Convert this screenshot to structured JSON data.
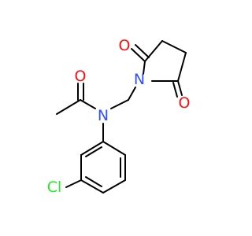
{
  "molecule": {
    "atoms": {
      "o_acetyl": {
        "text": "O",
        "color": "#ff0d0d"
      },
      "n_amide": {
        "text": "N",
        "color": "#3050f8"
      },
      "n_imide": {
        "text": "N",
        "color": "#3050f8"
      },
      "o_imide_top": {
        "text": "O",
        "color": "#ff0d0d"
      },
      "o_imide_right": {
        "text": "O",
        "color": "#ff0d0d"
      },
      "cl": {
        "text": "Cl",
        "color": "#1ff01f"
      }
    },
    "bond_color": "#000000",
    "background": "#ffffff"
  }
}
